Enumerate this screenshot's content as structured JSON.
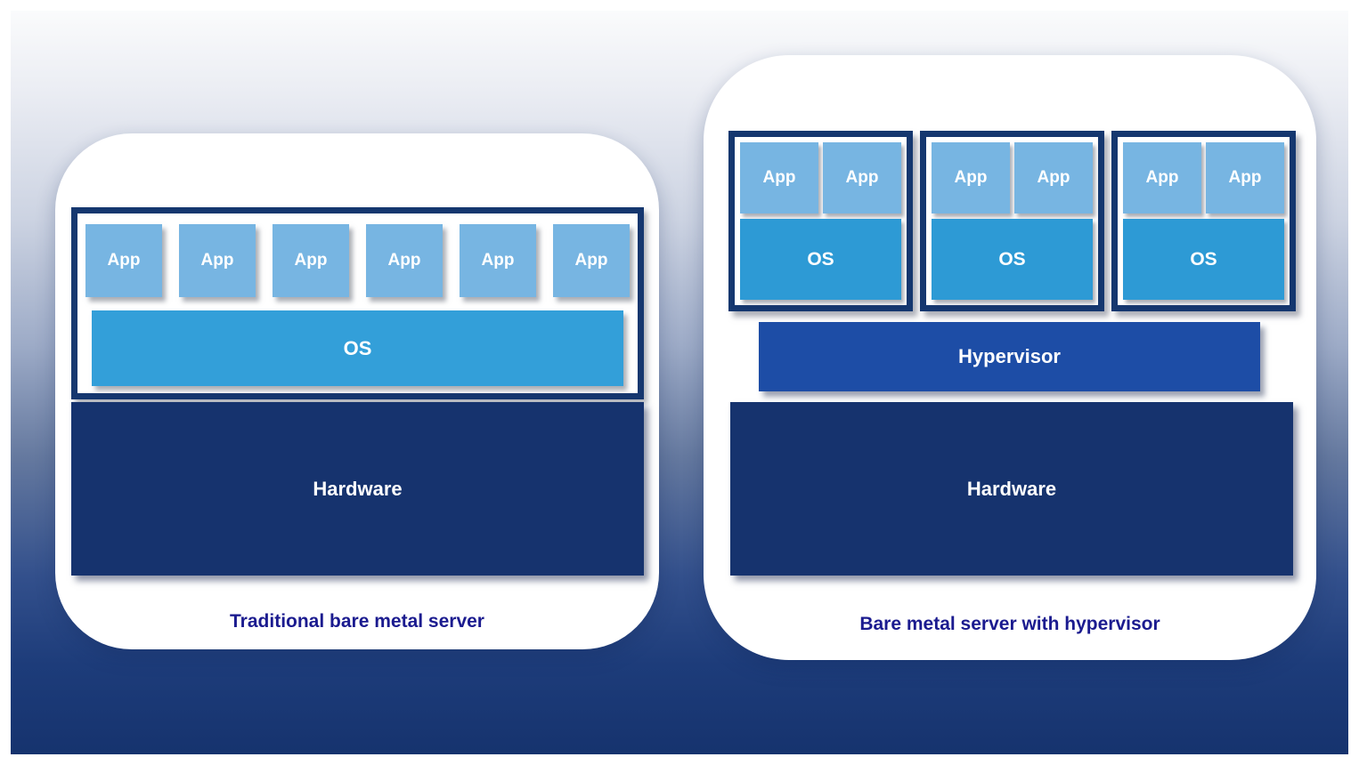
{
  "colors": {
    "app_blue": "#77b5e2",
    "os_blue": "#339fd9",
    "vm_os_blue": "#2d9ad5",
    "hardware_navy": "#16336e",
    "border_navy": "#15376f",
    "hypervisor_blue": "#1d4da6",
    "caption_navy": "#1b1b8f",
    "background_top": "#fafbfc",
    "background_bottom": "#16336e",
    "card_white": "#ffffff"
  },
  "left_panel": {
    "caption": "Traditional bare metal server",
    "apps": [
      "App",
      "App",
      "App",
      "App",
      "App",
      "App"
    ],
    "os_label": "OS",
    "hardware_label": "Hardware"
  },
  "right_panel": {
    "caption": "Bare metal server with hypervisor",
    "vms": [
      {
        "apps": [
          "App",
          "App"
        ],
        "os_label": "OS"
      },
      {
        "apps": [
          "App",
          "App"
        ],
        "os_label": "OS"
      },
      {
        "apps": [
          "App",
          "App"
        ],
        "os_label": "OS"
      }
    ],
    "hypervisor_label": "Hypervisor",
    "hardware_label": "Hardware"
  }
}
